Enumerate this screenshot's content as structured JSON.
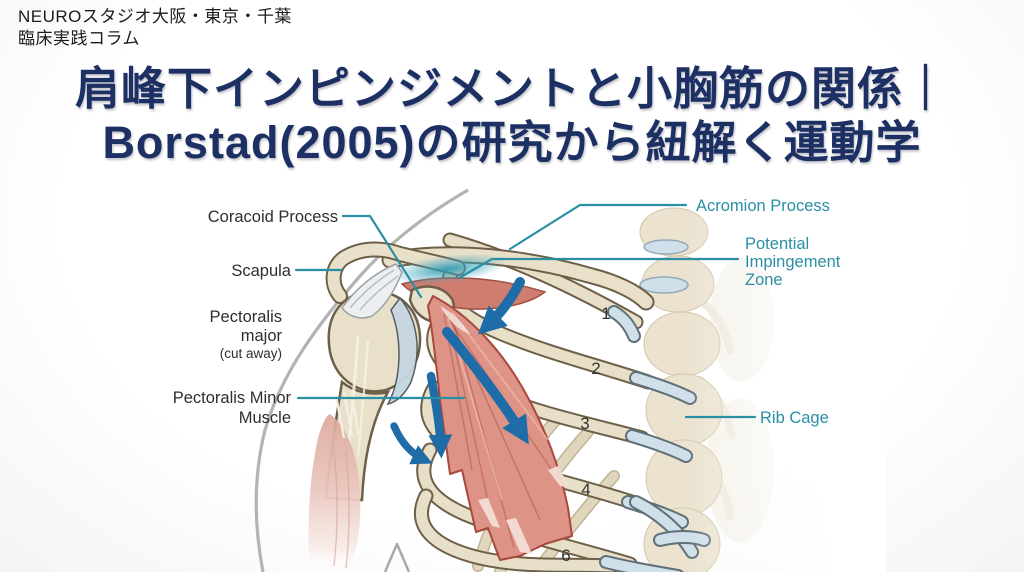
{
  "header": {
    "line1": "NEUROスタジオ大阪・東京・千葉",
    "line2": "臨床実践コラム"
  },
  "title": {
    "line1": "肩峰下インピンジメントと小胸筋の関係｜",
    "line2": "Borstad(2005)の研究から紐解く運動学"
  },
  "diagram": {
    "labels": {
      "coracoid": "Coracoid Process",
      "scapula": "Scapula",
      "pec_major_l1": "Pectoralis",
      "pec_major_l2": "major",
      "pec_major_l3": "(cut away)",
      "pec_minor_l1": "Pectoralis Minor",
      "pec_minor_l2": "Muscle",
      "acromion": "Acromion Process",
      "impingement_l1": "Potential",
      "impingement_l2": "Impingement",
      "impingement_l3": "Zone",
      "rib_cage": "Rib Cage"
    },
    "rib_numbers": {
      "r1": "1",
      "r2": "2",
      "r3": "3",
      "r4": "4",
      "r6": "6"
    },
    "colors": {
      "title_navy": "#1d3064",
      "label_dark": "#2e2e2e",
      "label_teal": "#2a8fa4",
      "bone": "#e9e0ca",
      "bone_outline": "#6e5f48",
      "muscle": "#dd9486",
      "muscle_edge": "#a8483e",
      "cartilage": "#cfe0ea",
      "arrow_blue": "#1f6da8",
      "impingement_glow": "#2e9ab0",
      "body_outline": "#b3b3b3"
    }
  }
}
